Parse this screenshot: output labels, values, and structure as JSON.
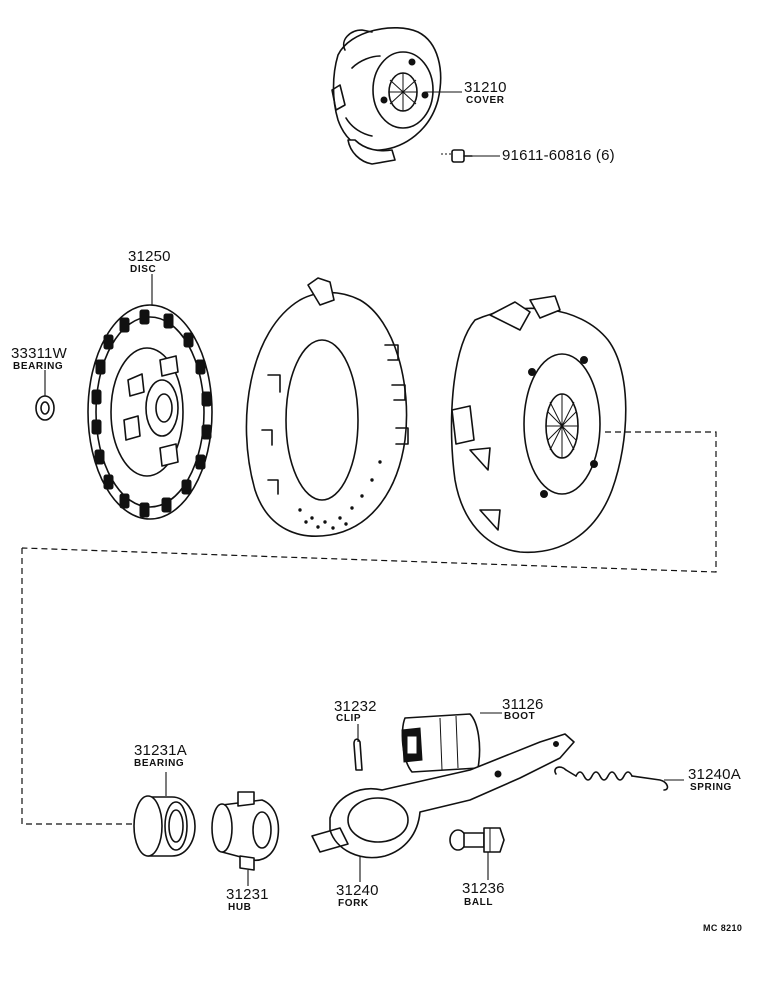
{
  "parts": {
    "cover": {
      "number": "31210",
      "name": "COVER"
    },
    "bolt": {
      "number": "91611-60816 (6)"
    },
    "disc": {
      "number": "31250",
      "name": "DISC"
    },
    "pilot_bearing": {
      "number": "33311W",
      "name": "BEARING"
    },
    "release_bearing": {
      "number": "31231A",
      "name": "BEARING"
    },
    "hub": {
      "number": "31231",
      "name": "HUB"
    },
    "clip": {
      "number": "31232",
      "name": "CLIP"
    },
    "boot": {
      "number": "31126",
      "name": "BOOT"
    },
    "fork": {
      "number": "31240",
      "name": "FORK"
    },
    "ball": {
      "number": "31236",
      "name": "BALL"
    },
    "spring": {
      "number": "31240A",
      "name": "SPRING"
    }
  },
  "diagram_code": "MC 8210"
}
